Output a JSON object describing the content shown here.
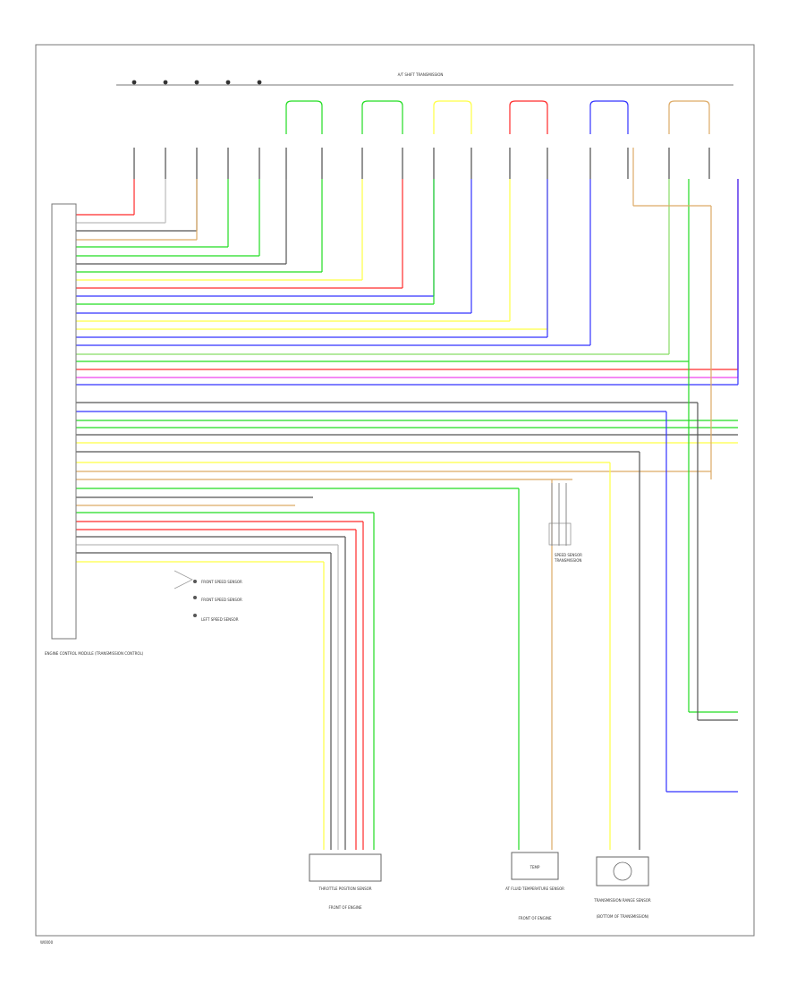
{
  "diagram": {
    "title": "A/T SHIFT TRANSMISSION",
    "subtitle": "",
    "components": {
      "ecm_label": "ENGINE CONTROL MODULE (TRANSMISSION CONTROL)",
      "throttle_label": "THROTTLE POSITION SENSOR",
      "throttle_sub": "FRONT OF ENGINE",
      "speed_sensor_label": "SPEED SENSOR",
      "speed_sensor_sub": "TRANSMISSION",
      "fuel_temp_label": "AT FLUID TEMPERATURE SENSOR",
      "fuel_temp_sub": "FRONT OF ENGINE",
      "output_speed_label": "TRANSMISSION RANGE SENSOR",
      "output_speed_sub": "(BOTTOM OF TRANSMISSION)",
      "fuel_temp_box_text": "TEMP",
      "right_sensor_1": "FRONT SPEED SENSOR",
      "right_sensor_2": "FRONT SPEED SENSOR",
      "right_sensor_3": "LEFT SPEED SENSOR"
    },
    "footer_id": "W0000",
    "colors": {
      "red": "#ff2a2a",
      "green": "#22dd22",
      "blue": "#3333ff",
      "yellow": "#ffff44",
      "gray": "#555555",
      "light_gray": "#bbbbbb",
      "violet": "#ee44ee",
      "tan": "#ddaa66",
      "light_green": "#88dd66"
    }
  }
}
